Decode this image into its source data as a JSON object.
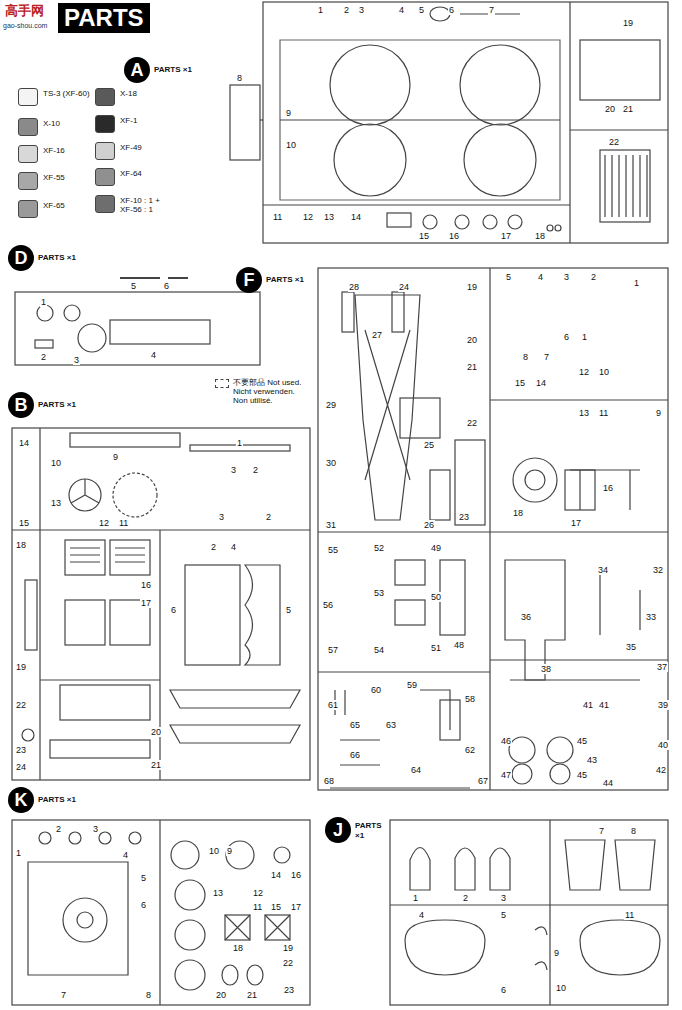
{
  "diagram": {
    "title": "PARTS",
    "nodes": [
      {
        "text": [
          "A",
          "PARTS ×1"
        ]
      },
      {
        "text": [
          "D",
          "PARTS ×1"
        ]
      },
      {
        "text": [
          "B",
          "PARTS ×1"
        ]
      },
      {
        "text": [
          "F",
          "PARTS ×1"
        ]
      },
      {
        "text": [
          "K",
          "PARTS ×1"
        ]
      },
      {
        "text": [
          "J",
          "PARTS ×1"
        ]
      }
    ],
    "labels": [
      "高手网",
      "gao-shou.com",
      "1",
      "2",
      "3",
      "4",
      "5",
      "6",
      "7",
      "8",
      "9",
      "10",
      "11",
      "12",
      "13",
      "14",
      "15",
      "16",
      "17",
      "18",
      "19",
      "20",
      "21",
      "22",
      "5",
      "6",
      "1",
      "2",
      "3",
      "4",
      "14",
      "10",
      "9",
      "1",
      "3",
      "2",
      "13",
      "15",
      "12",
      "11",
      "3",
      "2",
      "2",
      "4",
      "18",
      "16",
      "17",
      "6",
      "5",
      "19",
      "22",
      "20",
      "21",
      "23",
      "24",
      "28",
      "24",
      "19",
      "5",
      "4",
      "3",
      "2",
      "1",
      "27",
      "20",
      "21",
      "8",
      "7",
      "6",
      "1",
      "29",
      "22",
      "12",
      "10",
      "15",
      "14",
      "9",
      "13",
      "11",
      "25",
      "30",
      "23",
      "18",
      "17",
      "16",
      "31",
      "26",
      "55",
      "52",
      "49",
      "53",
      "56",
      "50",
      "48",
      "36",
      "34",
      "32",
      "57",
      "54",
      "51",
      "35",
      "33",
      "38",
      "37",
      "61",
      "60",
      "59",
      "58",
      "39",
      "65",
      "63",
      "62",
      "40",
      "66",
      "64",
      "41",
      "41",
      "46",
      "45",
      "43",
      "47",
      "45",
      "42",
      "44",
      "68",
      "67",
      "1",
      "2",
      "3",
      "4",
      "5",
      "6",
      "10",
      "9",
      "13",
      "14",
      "16",
      "12",
      "11",
      "15",
      "17",
      "18",
      "19",
      "22",
      "20",
      "21",
      "23",
      "7",
      "8",
      "1",
      "2",
      "3",
      "7",
      "8",
      "4",
      "5",
      "9",
      "6",
      "10",
      "11"
    ],
    "legend": [
      {
        "text": "TS-3 (XF-60)",
        "color": "#f4f4f4"
      },
      {
        "text": "X-10",
        "color": "#8a8a8a"
      },
      {
        "text": "XF-16",
        "color": "#d8d8d8"
      },
      {
        "text": "XF-55",
        "color": "#a8a8a8"
      },
      {
        "text": "XF-65",
        "color": "#9a9a9a"
      },
      {
        "text": "X-18",
        "color": "#5a5a5a"
      },
      {
        "text": "XF-1",
        "color": "#2a2a2a"
      },
      {
        "text": "XF-49",
        "color": "#d0d0d0"
      },
      {
        "text": "XF-64",
        "color": "#909090"
      },
      {
        "text": "XF-10 : 1 + XF-56 : 1",
        "color": "#6e6e6e"
      },
      {
        "text": "不要部品 Not used. Nicht verwenden. Non utilisé."
      }
    ]
  }
}
